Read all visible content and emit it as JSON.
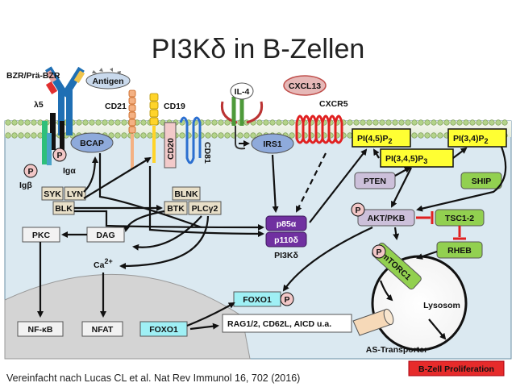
{
  "title": "PI3Kδ in B-Zellen",
  "receptor": {
    "bcr_label": "BZR/Prä-BZR",
    "lambda5": "λ5",
    "ig_alpha": "Igα",
    "ig_beta": "Igβ",
    "p": "P"
  },
  "antigen": "Antigen",
  "cd21": "CD21",
  "cd19": "CD19",
  "cd20": "CD20",
  "cd81": "CD81",
  "il4": "IL-4",
  "cxcl13": "CXCL13",
  "cxcr5": "CXCR5",
  "bcap": "BCAP",
  "irs1": "IRS1",
  "kinases": {
    "syk": "SYK",
    "lyn": "LYN",
    "blk": "BLK"
  },
  "blnk": "BLNK",
  "btk": "BTK",
  "plcg2": "PLCγ2",
  "pkc": "PKC",
  "dag": "DAG",
  "ca": "Ca",
  "ca_sup": "2+",
  "pi3k": {
    "p85": "p85α",
    "p110": "p110δ",
    "label": "PI3Kδ"
  },
  "lipids": {
    "pip2": "PI(4,5)P",
    "pip2_sub": "2",
    "pip3": "PI(3,4,5)P",
    "pip3_sub": "3",
    "pi34p2": "PI(3,4)P",
    "pi34p2_sub": "2"
  },
  "pten": "PTEN",
  "ship": "SHIP",
  "akt": "AKT/PKB",
  "tsc": "TSC1-2",
  "rheb": "RHEB",
  "mtorc1": "mTORC1",
  "lysosome": "Lysosom",
  "as_transporter": "AS-Transporter",
  "foxo1": "FOXO1",
  "nuclear": {
    "nfkb": "NF-κB",
    "nfat": "NFAT",
    "foxo1": "FOXO1"
  },
  "targets": "RAG1/2, CD62L, AICD u.a.",
  "proliferation": "B-Zell Proliferation",
  "footer": "Vereinfacht nach Lucas CL et al. Nat Rev Immunol 16, 702 (2016)",
  "colors": {
    "cytoplasm": "#dbe9f1",
    "membrane_head": "#b3d38a",
    "lipid_yellow": "#ffff33",
    "pi3k_purple": "#7030a0",
    "node_purple": "#ccc0da",
    "node_green": "#92d050",
    "cyan": "#9ff0f5",
    "prolif_red": "#e62b2b",
    "p_pink": "#f2c7c7"
  }
}
